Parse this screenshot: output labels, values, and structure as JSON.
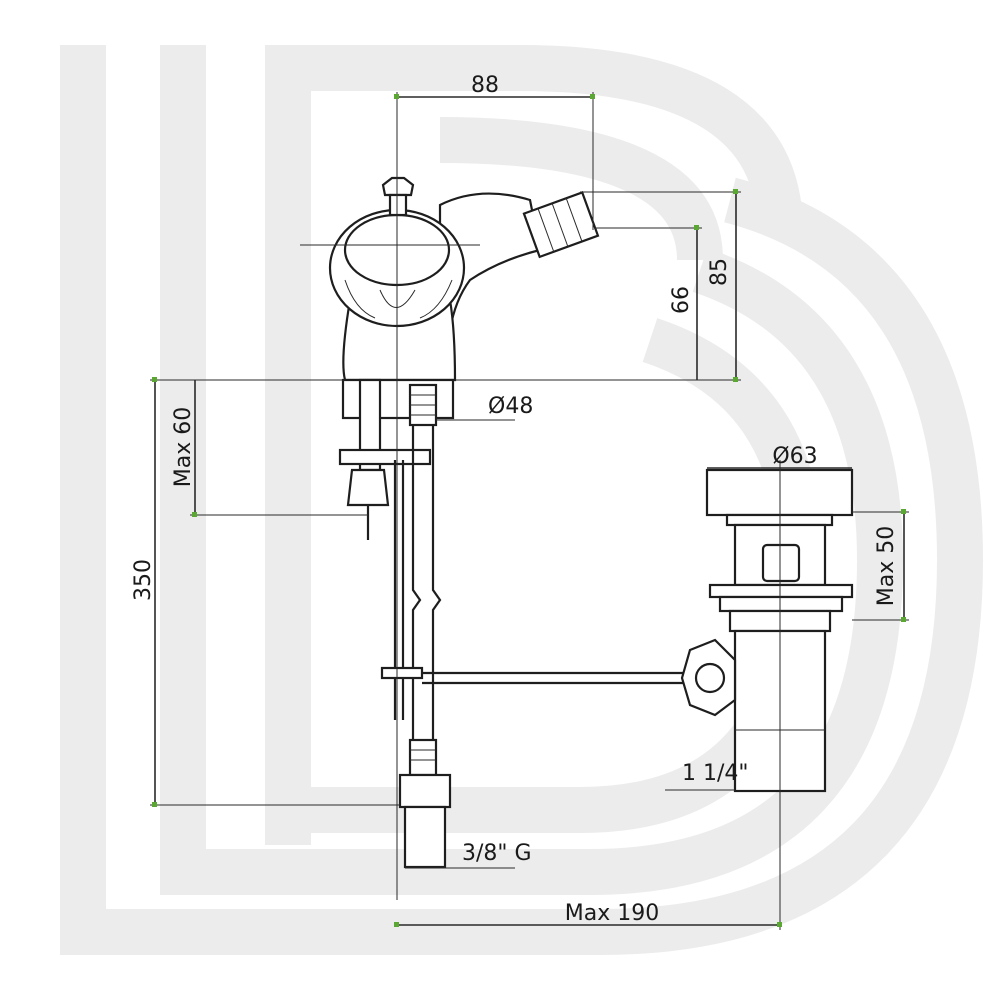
{
  "dimensions": {
    "width_88": "88",
    "height_66": "66",
    "height_85": "85",
    "max_60": "Max 60",
    "diameter_48": "Ø48",
    "total_350": "350",
    "diameter_63": "Ø63",
    "max_50": "Max 50",
    "thread_1_1_4": "1 1/4\"",
    "thread_3_8_g": "3/8\" G",
    "max_190": "Max 190"
  },
  "colors": {
    "line": "#2a2a2a",
    "watermark": "#ececec",
    "tick": "#5aa832"
  }
}
